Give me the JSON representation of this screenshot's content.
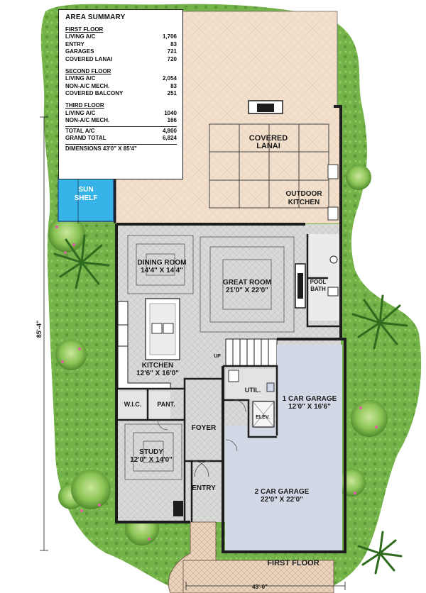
{
  "summary": {
    "title": "AREA SUMMARY",
    "first_floor": {
      "heading": "FIRST FLOOR",
      "rows": [
        {
          "label": "LIVING A/C",
          "value": "1,706"
        },
        {
          "label": "ENTRY",
          "value": "83"
        },
        {
          "label": "GARAGES",
          "value": "721"
        },
        {
          "label": "COVERED LANAI",
          "value": "720"
        }
      ]
    },
    "second_floor": {
      "heading": "SECOND FLOOR",
      "rows": [
        {
          "label": "LIVING A/C",
          "value": "2,054"
        },
        {
          "label": "NON-A/C MECH.",
          "value": "83"
        },
        {
          "label": "COVERED BALCONY",
          "value": "251"
        }
      ]
    },
    "third_floor": {
      "heading": "THIRD FLOOR",
      "rows": [
        {
          "label": "LIVING A/C",
          "value": "1040"
        },
        {
          "label": "NON-A/C MECH.",
          "value": "166"
        }
      ]
    },
    "total_ac": {
      "label": "TOTAL A/C",
      "value": "4,800"
    },
    "grand_total": {
      "label": "GRAND TOTAL",
      "value": "6,824"
    },
    "dimensions": "DIMENSIONS 43'0\" X 85'4\""
  },
  "rooms": {
    "covered_lanai": {
      "name_1": "COVERED",
      "name_2": "LANAI"
    },
    "sun_shelf": {
      "name_1": "SUN",
      "name_2": "SHELF"
    },
    "outdoor_kitchen": {
      "name_1": "OUTDOOR",
      "name_2": "KITCHEN"
    },
    "dining_room": {
      "name": "DINING ROOM",
      "size": "14'4\" X 14'4\""
    },
    "great_room": {
      "name": "GREAT ROOM",
      "size": "21'0\" X 22'0\""
    },
    "pool_bath": {
      "name_1": "POOL",
      "name_2": "BATH"
    },
    "kitchen": {
      "name": "KITCHEN",
      "size": "12'6\" X 16'0\""
    },
    "up": "UP",
    "wic": "W.I.C.",
    "pantry": "PANT.",
    "util": "UTIL.",
    "one_car_garage": {
      "name": "1 CAR GARAGE",
      "size": "12'0\" X 16'6\""
    },
    "elevator": "ELEV.",
    "foyer": "FOYER",
    "study": {
      "name": "STUDY",
      "size": "12'0\" X 14'0\""
    },
    "entry": "ENTRY",
    "two_car_garage": {
      "name": "2 CAR GARAGE",
      "size": "22'0\" X 22'0\""
    }
  },
  "floor_label": "FIRST FLOOR",
  "dimension_height": "85'-4\"",
  "dimension_width": "43'-0\"",
  "colors": {
    "lawn": "#6fae45",
    "lawn_light": "#a6cf6a",
    "pool": "#36b4ea",
    "floor_tile": "#d6d6d4",
    "lanai_tile": "#f1dcc7",
    "garage": "#d3d8e6",
    "wall": "#1c1c1c"
  }
}
